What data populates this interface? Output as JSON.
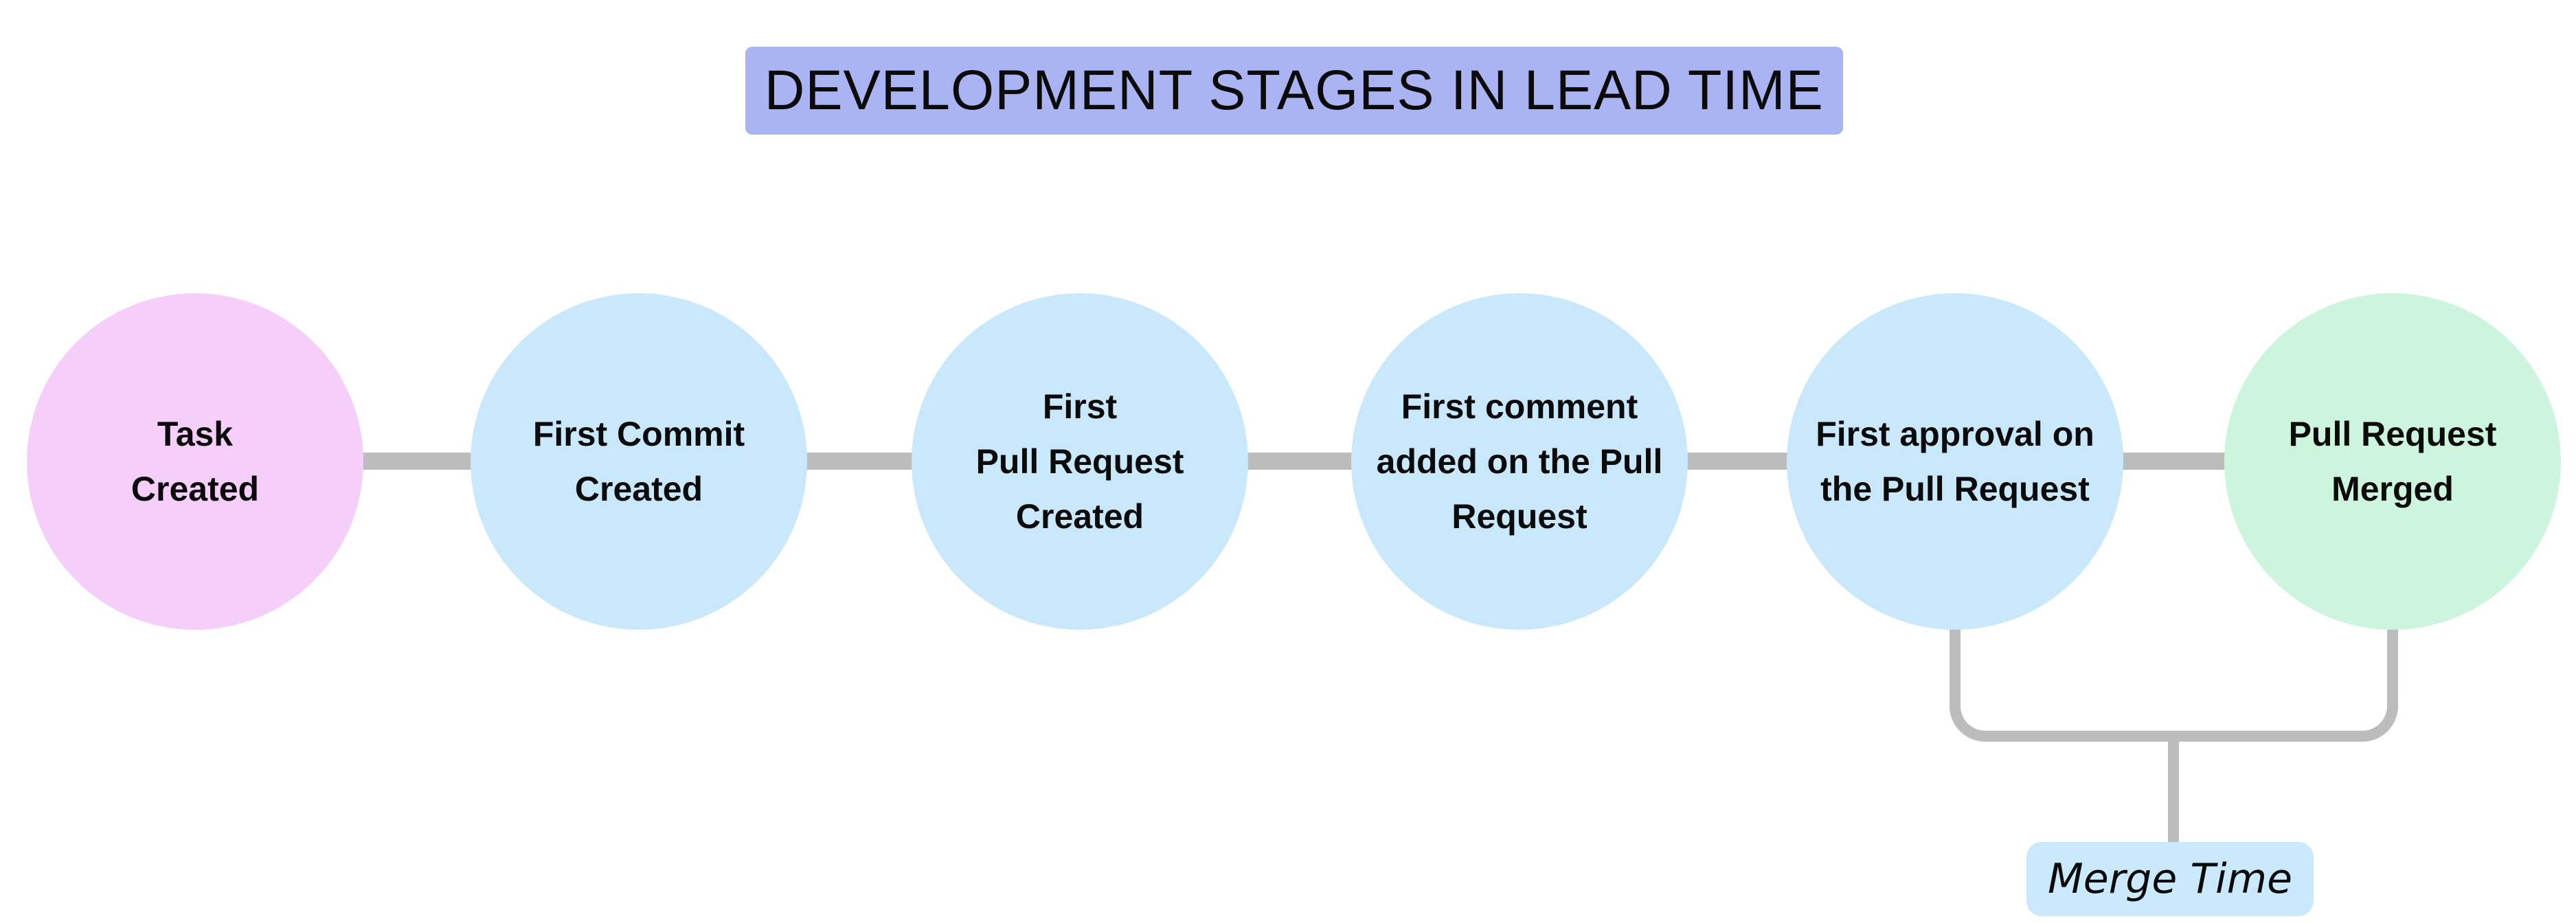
{
  "title": {
    "text": "DEVELOPMENT STAGES IN LEAD TIME"
  },
  "stages": [
    {
      "name": "task-created",
      "lines": [
        "Task",
        "Created"
      ],
      "fill": "#f5cffa"
    },
    {
      "name": "first-commit-created",
      "lines": [
        "First Commit",
        "Created"
      ],
      "fill": "#c9e8fc"
    },
    {
      "name": "first-pull-request-created",
      "lines": [
        "First",
        "Pull Request",
        "Created"
      ],
      "fill": "#c9e8fc"
    },
    {
      "name": "first-comment-added",
      "lines": [
        "First comment",
        "added on the Pull",
        "Request"
      ],
      "fill": "#c9e8fc"
    },
    {
      "name": "first-approval",
      "lines": [
        "First approval on",
        "the Pull Request"
      ],
      "fill": "#c9e8fc"
    },
    {
      "name": "pull-request-merged",
      "lines": [
        "Pull Request",
        "Merged"
      ],
      "fill": "#cdf5dd"
    }
  ],
  "annotation": {
    "label": "Merge Time",
    "fill": "#cbe9fd"
  },
  "colors": {
    "background": "#ffffff",
    "banner": "#aab4f2",
    "connector": "#bcbcbc",
    "text": "#0b0b0b"
  }
}
